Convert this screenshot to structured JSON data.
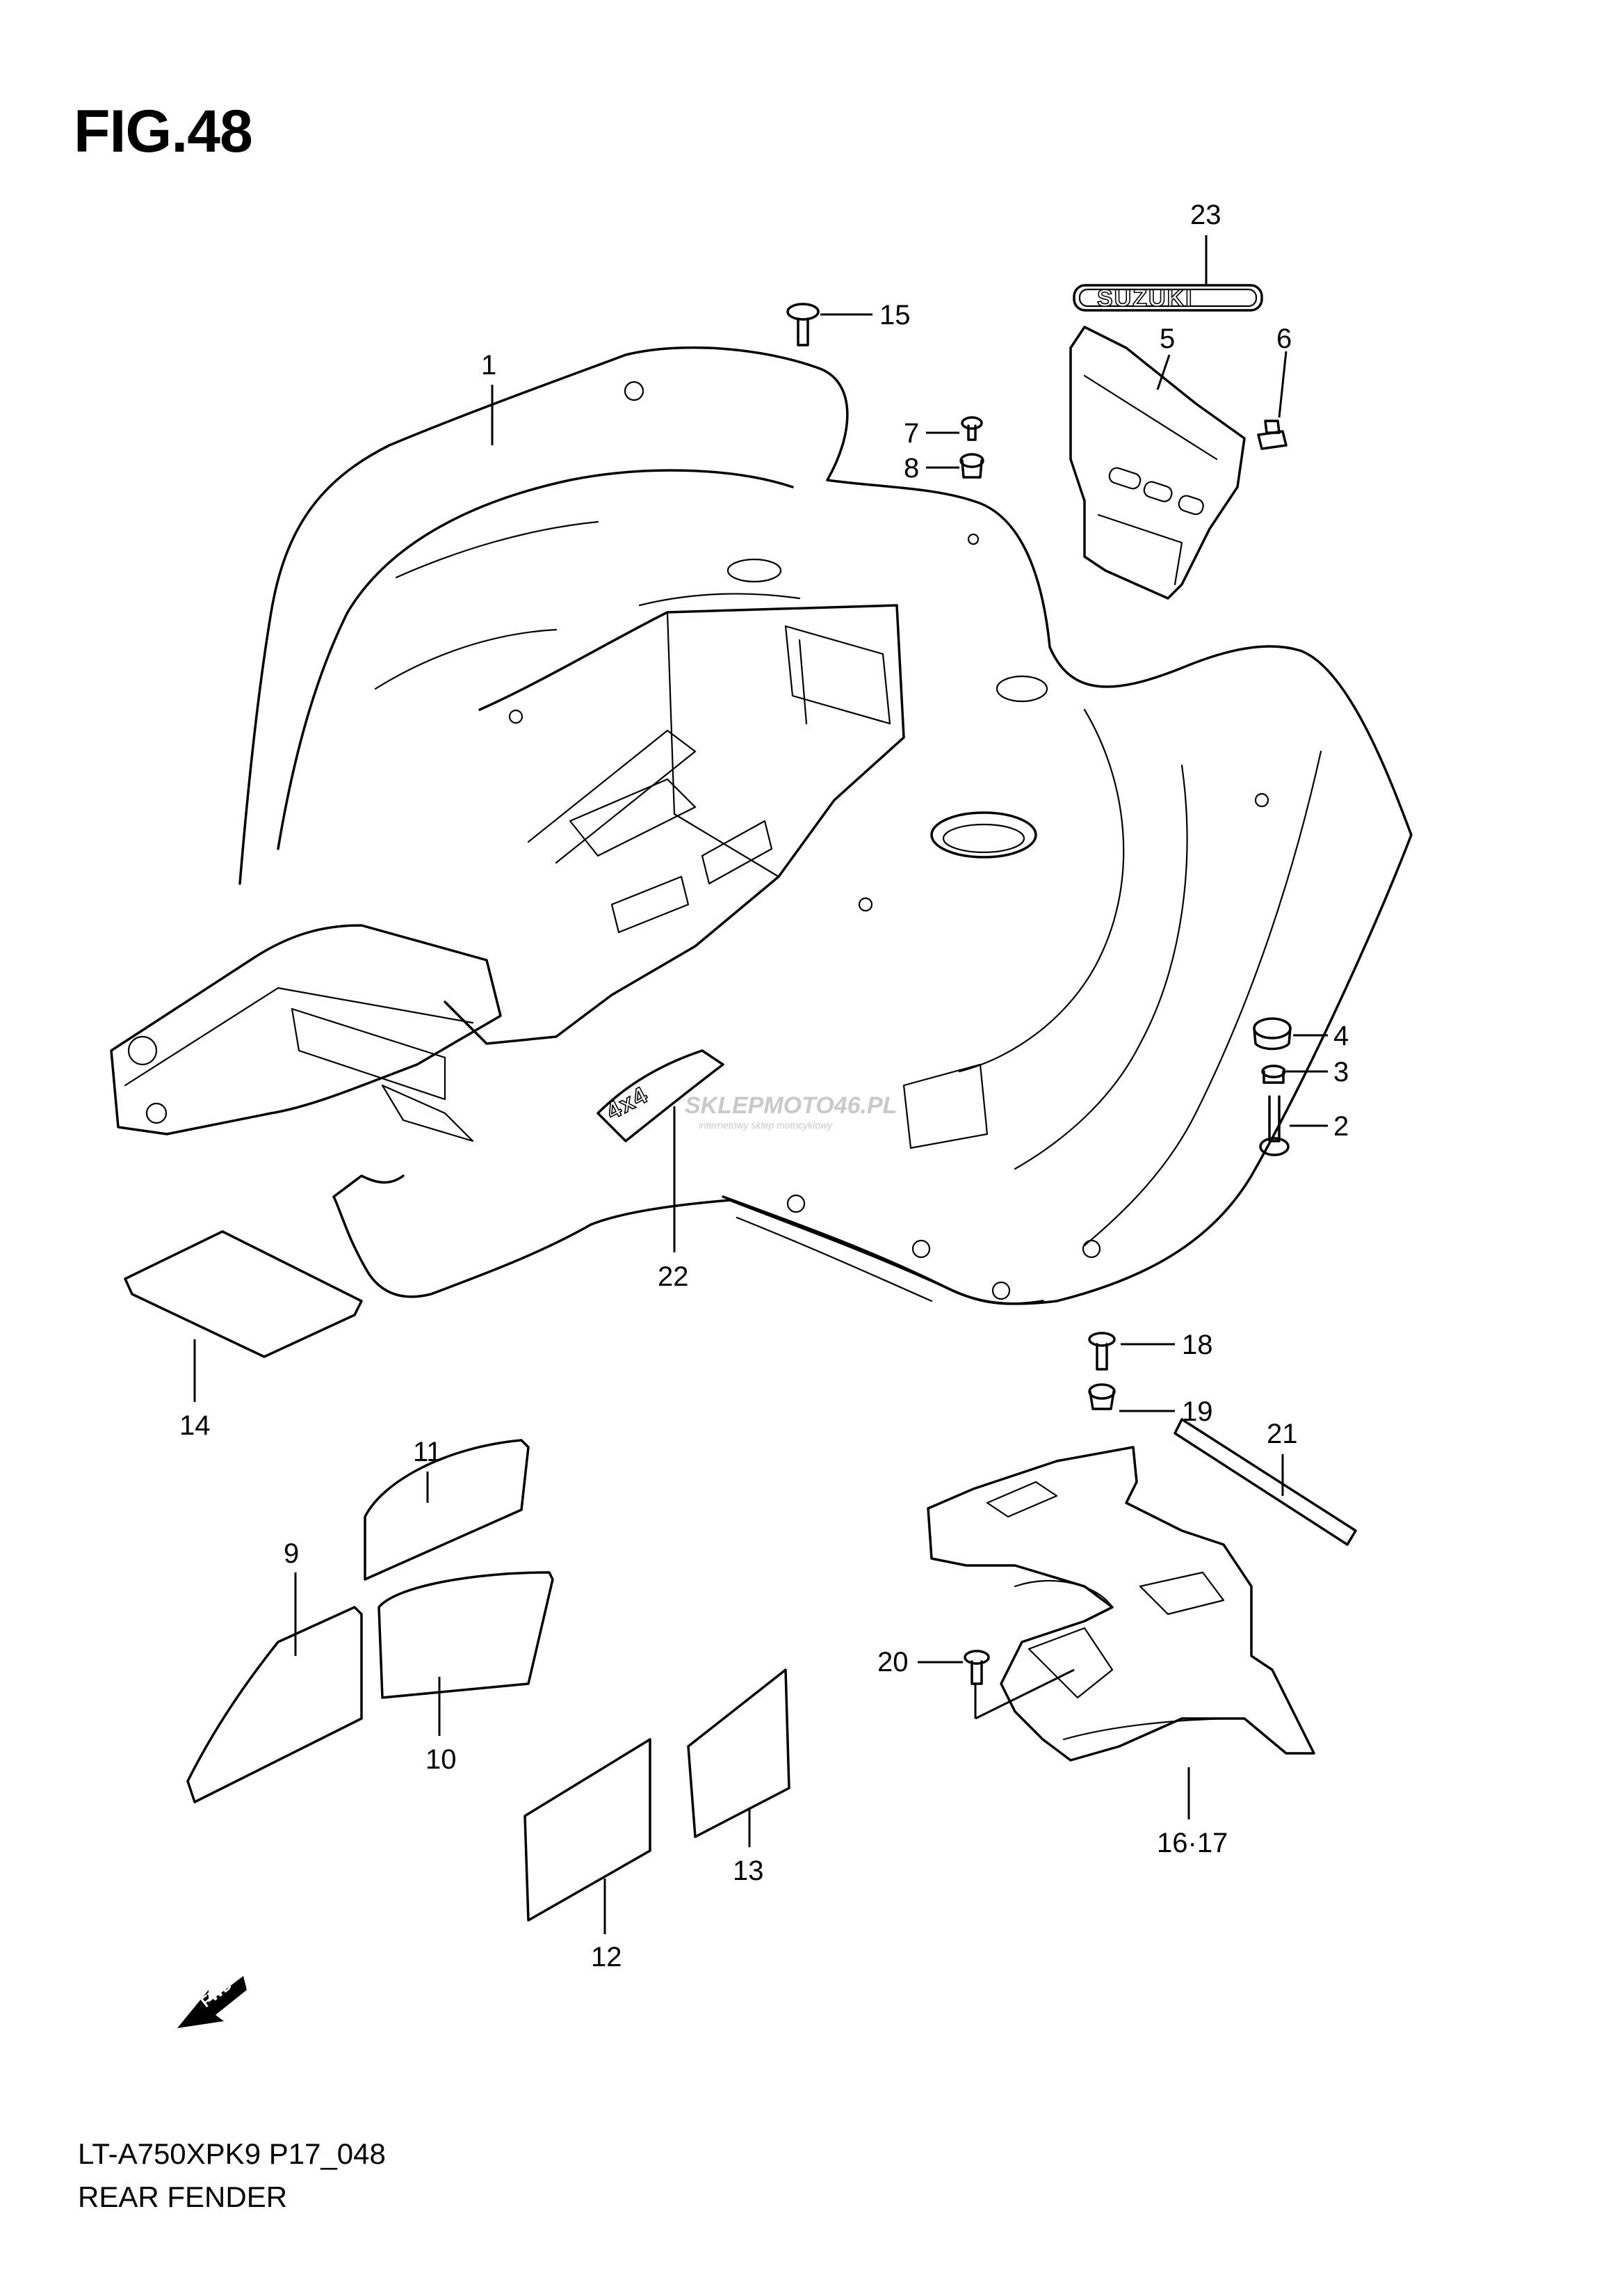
{
  "figure": {
    "title": "FIG.48",
    "model_code": "LT-A750XPK9 P17_048",
    "section_name": "REAR FENDER"
  },
  "callouts": [
    {
      "id": "c1",
      "label": "1"
    },
    {
      "id": "c2",
      "label": "2"
    },
    {
      "id": "c3",
      "label": "3"
    },
    {
      "id": "c4",
      "label": "4"
    },
    {
      "id": "c5",
      "label": "5"
    },
    {
      "id": "c6",
      "label": "6"
    },
    {
      "id": "c7",
      "label": "7"
    },
    {
      "id": "c8",
      "label": "8"
    },
    {
      "id": "c9",
      "label": "9"
    },
    {
      "id": "c10",
      "label": "10"
    },
    {
      "id": "c11",
      "label": "11"
    },
    {
      "id": "c12",
      "label": "12"
    },
    {
      "id": "c13",
      "label": "13"
    },
    {
      "id": "c14",
      "label": "14"
    },
    {
      "id": "c15",
      "label": "15"
    },
    {
      "id": "c16",
      "label": "16·17"
    },
    {
      "id": "c18",
      "label": "18"
    },
    {
      "id": "c19",
      "label": "19"
    },
    {
      "id": "c20",
      "label": "20"
    },
    {
      "id": "c21",
      "label": "21"
    },
    {
      "id": "c22",
      "label": "22"
    },
    {
      "id": "c23",
      "label": "23"
    }
  ],
  "emblem_text": "SUZUKI",
  "decal_text": "4x4",
  "fwd_indicator": "FWD",
  "watermark": {
    "text": "SKLEPMOTO46.PL",
    "subtext": "internetowy sklep motocyklowy"
  },
  "colors": {
    "line": "#000000",
    "background": "#ffffff",
    "watermark": "#c9c9c9"
  }
}
